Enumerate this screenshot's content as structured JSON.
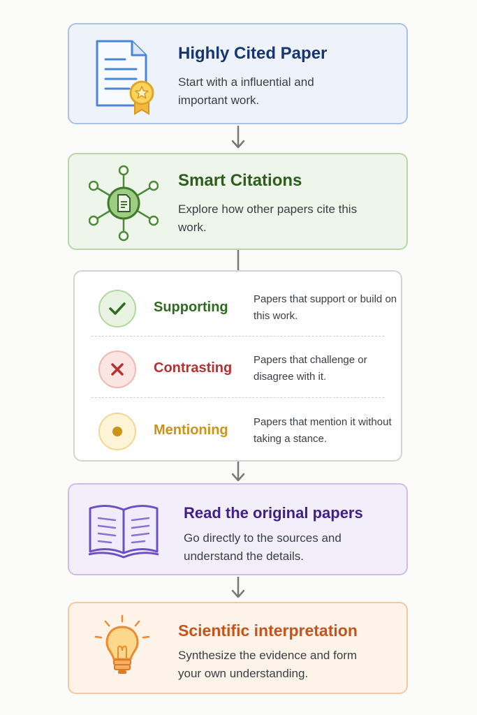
{
  "steps": {
    "cited": {
      "title": "Highly Cited Paper",
      "desc": "Start with a influential and important work.",
      "icon": "document-with-award-icon"
    },
    "smart": {
      "title": "Smart Citations",
      "desc": "Explore how other papers cite this work.",
      "icon": "citation-network-icon"
    },
    "read": {
      "title": "Read the original papers",
      "desc": "Go directly to the sources and understand the details.",
      "icon": "open-book-icon"
    },
    "interp": {
      "title": "Scientific interpretation",
      "desc": "Synthesize the evidence and form your own understanding.",
      "icon": "lightbulb-icon"
    }
  },
  "citation_types": [
    {
      "label": "Supporting",
      "desc": "Papers that support or build on this work.",
      "icon": "checkmark-icon",
      "color": "#2e6b21"
    },
    {
      "label": "Contrasting",
      "desc": "Papers that challenge or disagree with it.",
      "icon": "x-mark-icon",
      "color": "#b8312f"
    },
    {
      "label": "Mentioning",
      "desc": "Papers that mention it without taking a stance.",
      "icon": "dot-icon",
      "color": "#c8941a"
    }
  ],
  "colors": {
    "blue": "#17356f",
    "green": "#2e5e1d",
    "purple": "#3f1f8c",
    "orange": "#c4541b",
    "arrow": "#777777"
  }
}
